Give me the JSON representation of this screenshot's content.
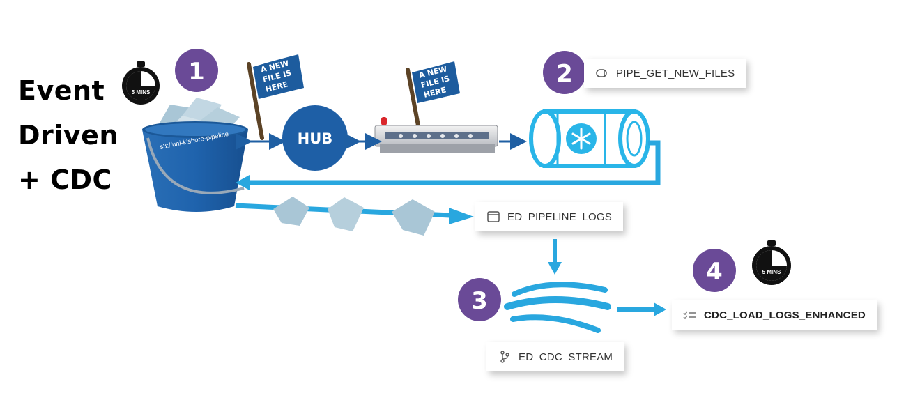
{
  "heading": {
    "line1": "Event",
    "line2": "Driven",
    "line3": "+ CDC"
  },
  "steps": [
    {
      "number": "1"
    },
    {
      "number": "2"
    },
    {
      "number": "3"
    },
    {
      "number": "4"
    }
  ],
  "timer_label": "5 MINS",
  "flag_text": [
    "A NEW",
    "FILE IS",
    "HERE"
  ],
  "hub_label": "HUB",
  "bucket_label": "s3://uni-kishore-pipeline",
  "cards": {
    "pipe": "PIPE_GET_NEW_FILES",
    "table": "ED_PIPELINE_LOGS",
    "stream": "ED_CDC_STREAM",
    "task": "CDC_LOAD_LOGS_ENHANCED"
  },
  "colors": {
    "step_badge": "#6a4a97",
    "arrow_blue": "#29a7df",
    "dark_blue": "#1f5fa3",
    "hub_blue": "#1e5fa6",
    "flag_blue": "#1d5c9e",
    "snowflake_cyan": "#29b5e8"
  }
}
